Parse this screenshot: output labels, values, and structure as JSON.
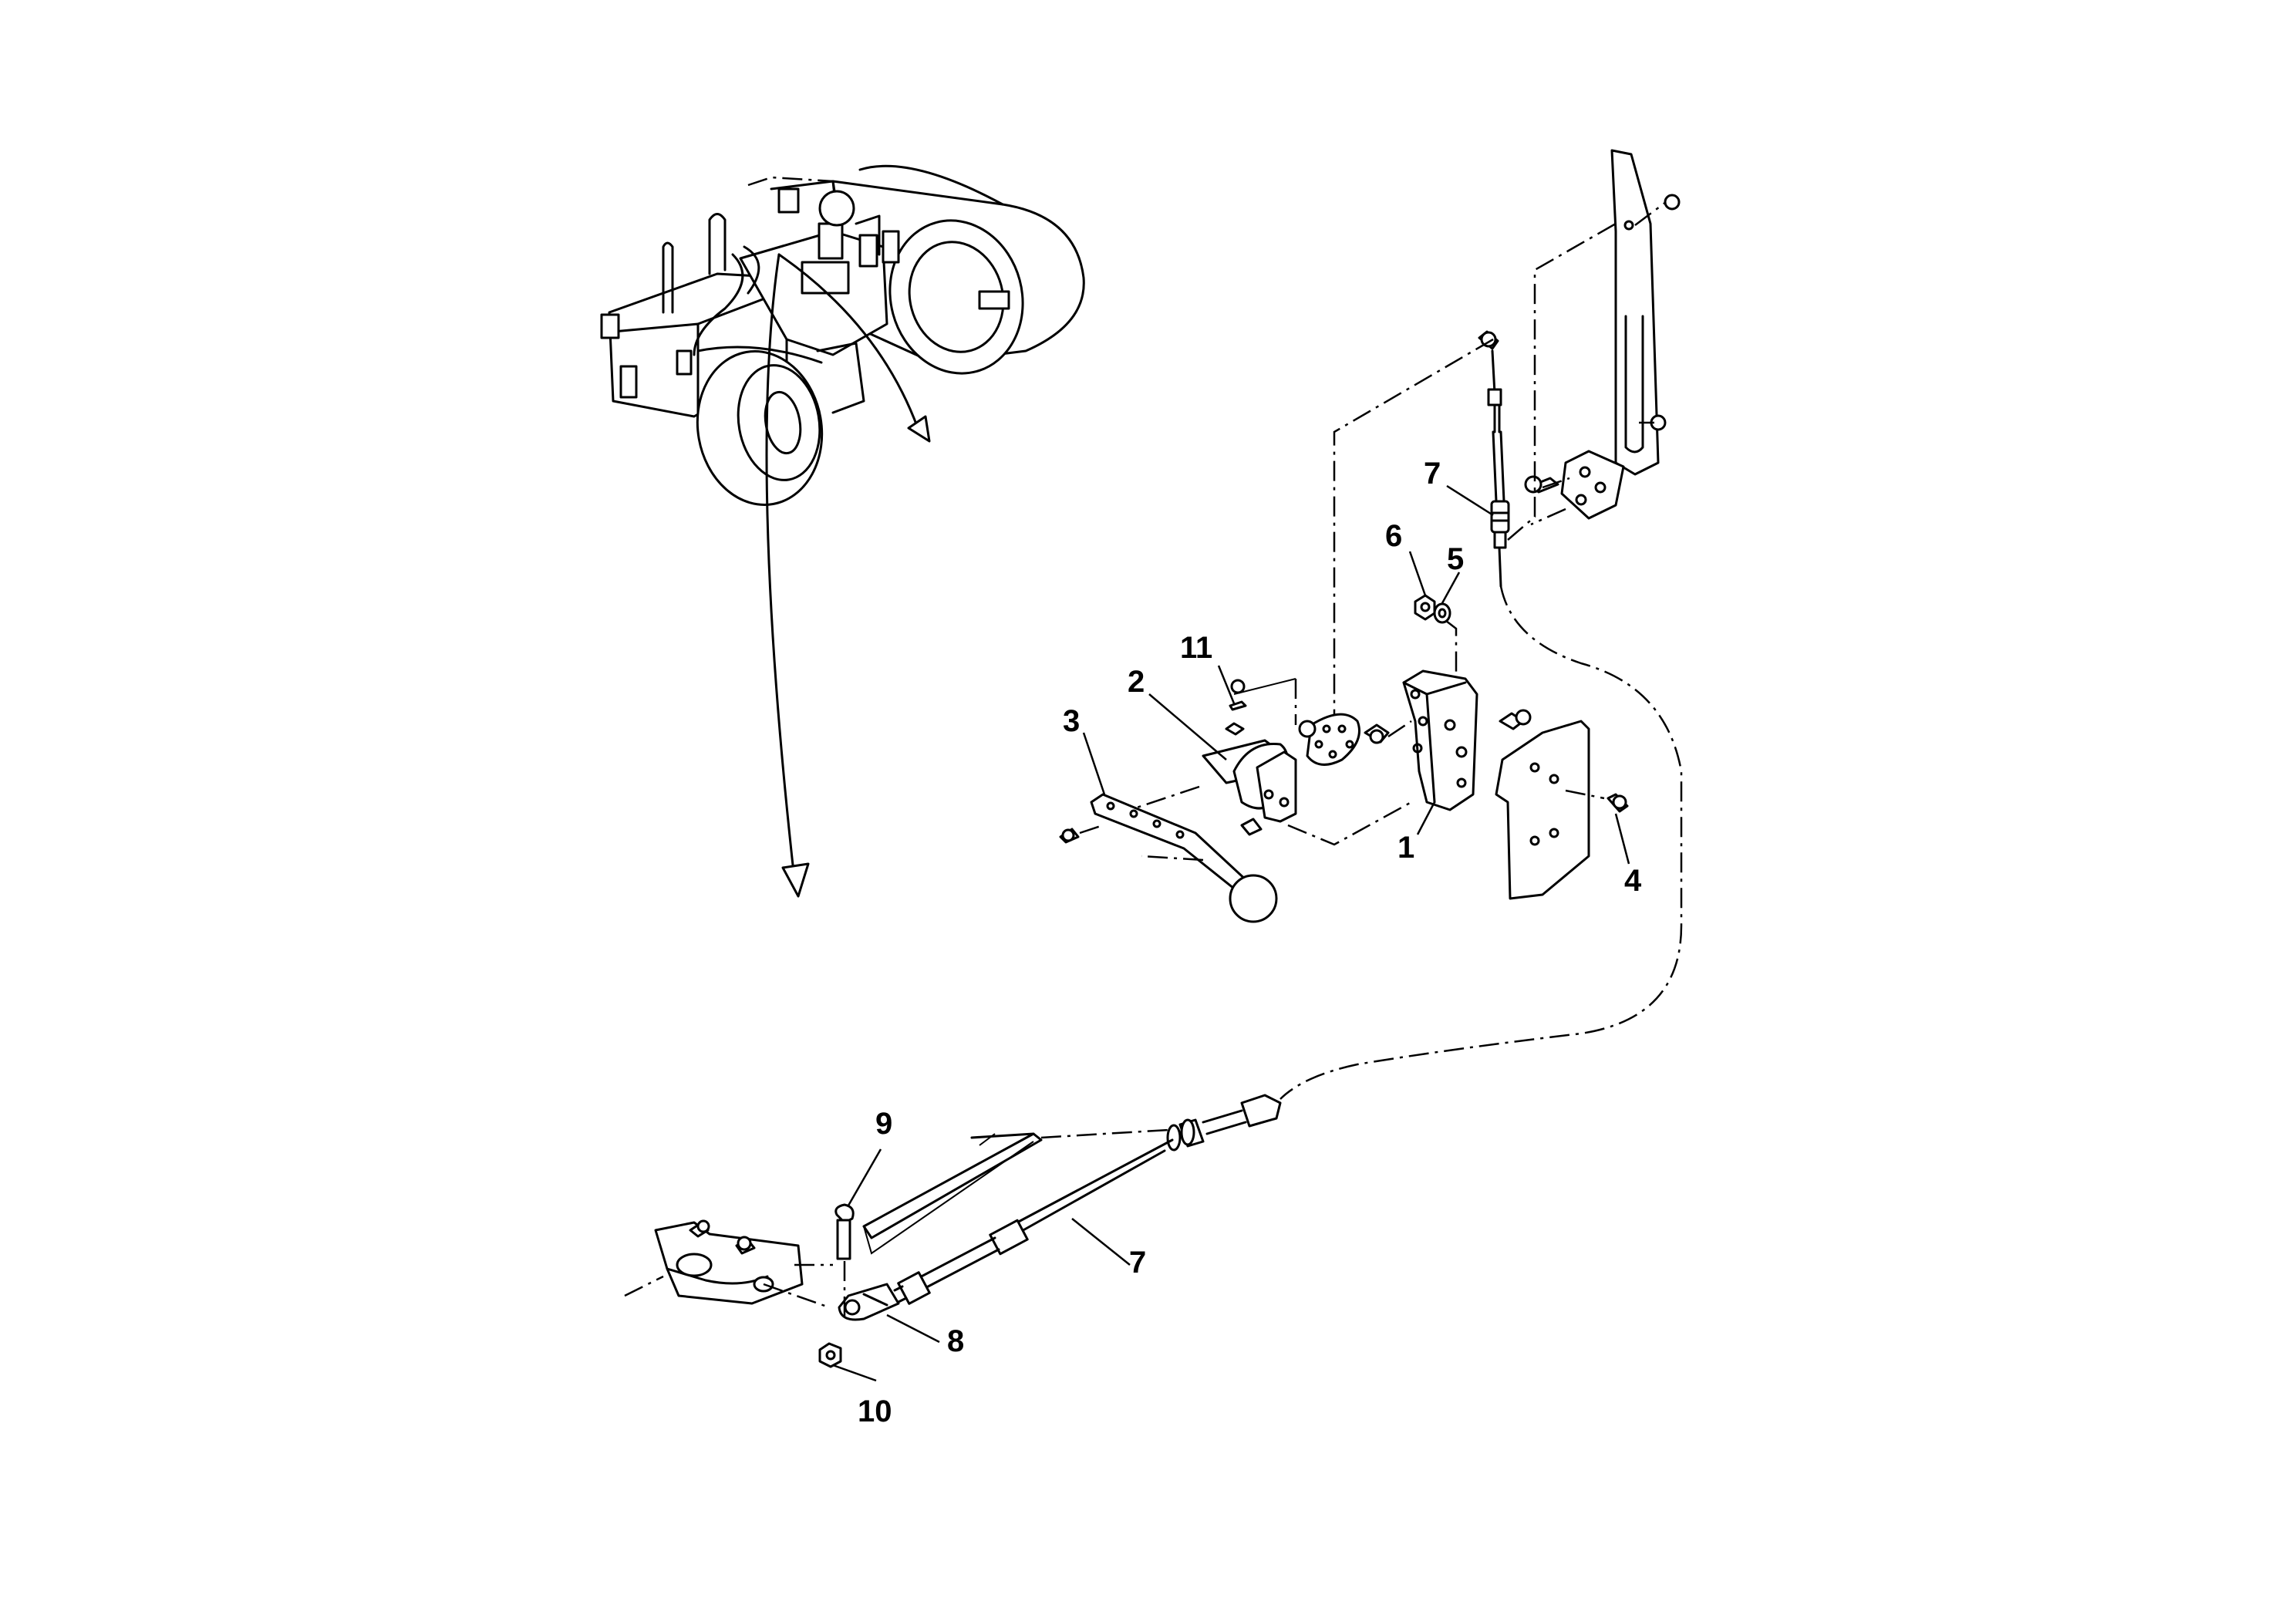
{
  "diagram": {
    "callouts": [
      {
        "id": "callout-1",
        "text": "1"
      },
      {
        "id": "callout-2",
        "text": "2"
      },
      {
        "id": "callout-3",
        "text": "3"
      },
      {
        "id": "callout-4",
        "text": "4"
      },
      {
        "id": "callout-5",
        "text": "5"
      },
      {
        "id": "callout-6",
        "text": "6"
      },
      {
        "id": "callout-7-upper",
        "text": "7"
      },
      {
        "id": "callout-7-lower",
        "text": "7"
      },
      {
        "id": "callout-8",
        "text": "8"
      },
      {
        "id": "callout-9",
        "text": "9"
      },
      {
        "id": "callout-10",
        "text": "10"
      },
      {
        "id": "callout-11",
        "text": "11"
      }
    ]
  }
}
